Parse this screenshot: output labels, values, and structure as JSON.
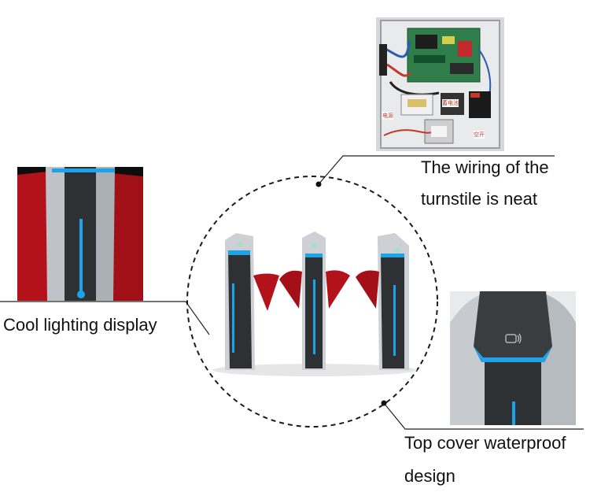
{
  "captions": {
    "wiring_line1": "The wiring of the",
    "wiring_line2": "turnstile is neat",
    "lighting": "Cool lighting display",
    "cover_line1": "Top cover waterproof",
    "cover_line2": "design"
  },
  "board_labels": {
    "power_left": "电源",
    "switch_right": "空开",
    "battery_tag": "蓄电池"
  },
  "colors": {
    "accent_blue": "#1fa3e8",
    "flap_red": "#b3121b",
    "cabinet_steel": "#c9ccd0",
    "panel_dark": "#2e3134",
    "circle_stroke": "#1a1a1a"
  },
  "icons": {
    "card_reader": "nfc-card-icon"
  }
}
